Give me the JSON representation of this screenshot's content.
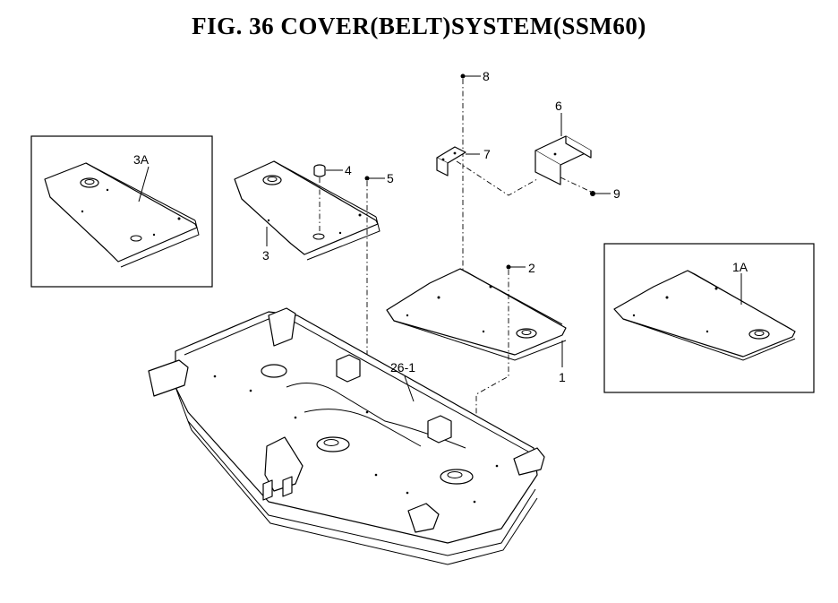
{
  "title": "FIG. 36  COVER(BELT)SYSTEM(SSM60)",
  "labels": {
    "p1": "1",
    "p1a": "1A",
    "p2": "2",
    "p3": "3",
    "p3a": "3A",
    "p4": "4",
    "p5": "5",
    "p6": "6",
    "p7": "7",
    "p8": "8",
    "p9": "9",
    "p26_1": "26-1"
  }
}
